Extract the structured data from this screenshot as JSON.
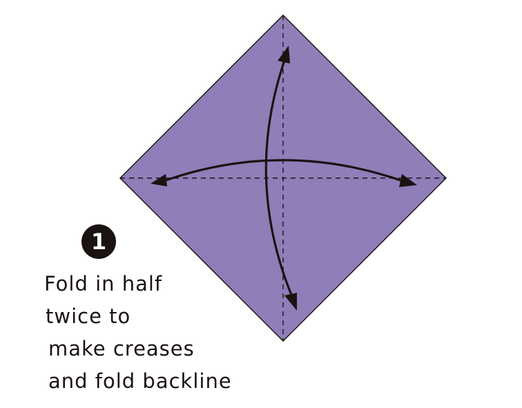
{
  "colors": {
    "paper": "#8f7eb8",
    "ink": "#1a1311",
    "background": "#ffffff"
  },
  "step": {
    "number": "1"
  },
  "instruction": {
    "lines": [
      "Fold in half",
      "twice to",
      "make creases",
      "and fold backline"
    ]
  },
  "icons": {
    "horizontal_arrow": "double-headed-curved-arrow",
    "vertical_arrow": "double-headed-curved-arrow"
  }
}
